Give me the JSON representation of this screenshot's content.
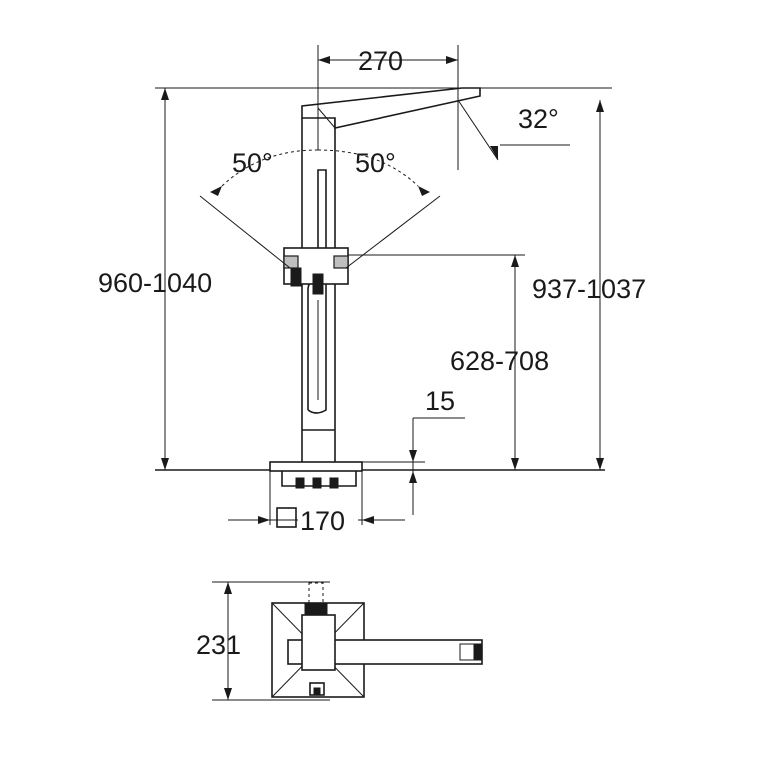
{
  "labels": {
    "width_top": "270",
    "angle_spout": "32°",
    "angle_left": "50°",
    "angle_right": "50°",
    "height_total_left": "960-1040",
    "height_total_right": "937-1037",
    "height_handle": "628-708",
    "floor_offset": "15",
    "base_square": "170",
    "bottom_view_depth": "231"
  }
}
